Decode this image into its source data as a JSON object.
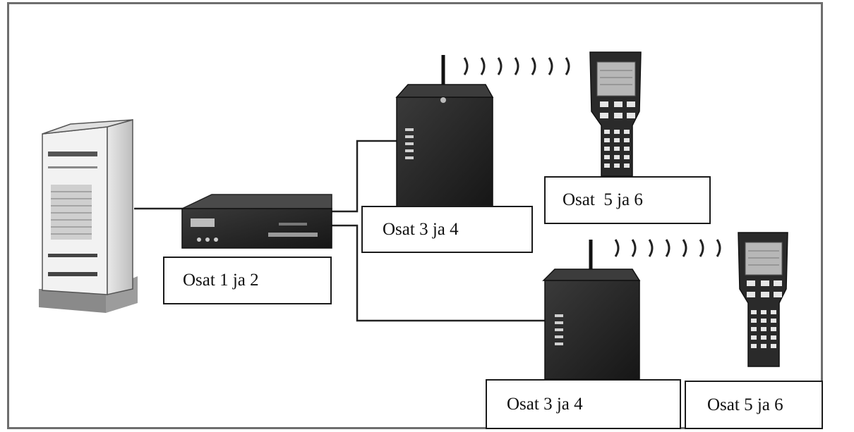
{
  "labels": {
    "gateway": "Osat 1 ja 2",
    "base_station_top": "Osat 3 ja 4",
    "base_station_bottom": "Osat 3 ja 4",
    "handheld_top": "Osat  5 ja 6",
    "handheld_bottom": "Osat 5 ja 6"
  }
}
